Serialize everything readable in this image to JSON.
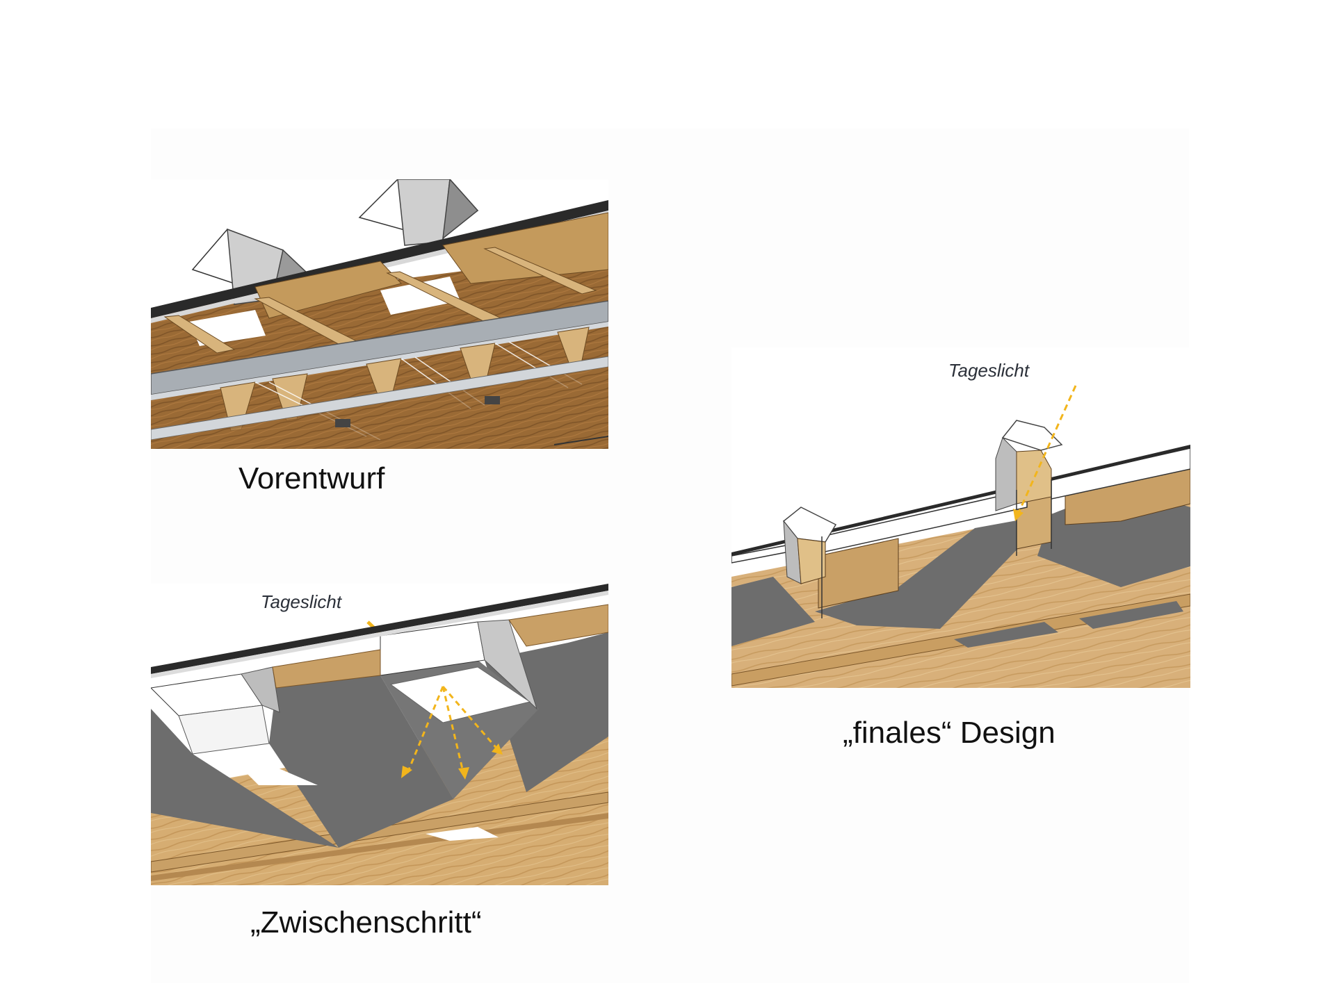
{
  "figure": {
    "colors": {
      "wood": "#c49a5c",
      "wood_light": "#d8b47c",
      "wood_dark": "#8a6030",
      "panel_gray": "#6d6d6d",
      "steel": "#9aa0a6",
      "arrow_yellow": "#f2b51c"
    },
    "panels": [
      {
        "id": "vorentwurf",
        "caption": "Vorentwurf"
      },
      {
        "id": "zwischenschritt",
        "caption": "„Zwischenschritt“",
        "annotation": "Tageslicht"
      },
      {
        "id": "finales-design",
        "caption": "„finales“ Design",
        "annotation": "Tageslicht"
      }
    ]
  }
}
